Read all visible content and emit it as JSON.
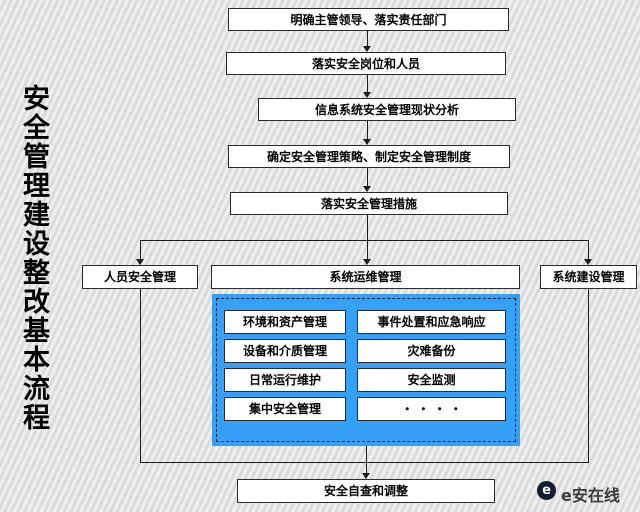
{
  "page": {
    "vertical_title": "安全管理建设整改基本流程"
  },
  "flow": {
    "steps": [
      {
        "label": "明确主管领导、落实责任部门"
      },
      {
        "label": "落实安全岗位和人员"
      },
      {
        "label": "信息系统安全管理现状分析"
      },
      {
        "label": "确定安全管理策略、制定安全管理制度"
      },
      {
        "label": "落实安全管理措施"
      }
    ],
    "branches": [
      {
        "label": "人员安全管理"
      },
      {
        "label": "系统运维管理"
      },
      {
        "label": "系统建设管理"
      }
    ],
    "ops_detail": {
      "left_column": [
        "环境和资产管理",
        "设备和介质管理",
        "日常运行维护",
        "集中安全管理"
      ],
      "right_column": [
        "事件处置和应急响应",
        "灾难备份",
        "安全监测",
        "・ ・ ・ ・"
      ]
    },
    "final": {
      "label": "安全自查和调整"
    }
  },
  "watermark": {
    "logo_letter": "e",
    "label": "e安在线"
  },
  "colors": {
    "highlight_blue": "#35a0f8",
    "line_color": "#1c1c1c",
    "background_gray": "#e5e5e5"
  }
}
